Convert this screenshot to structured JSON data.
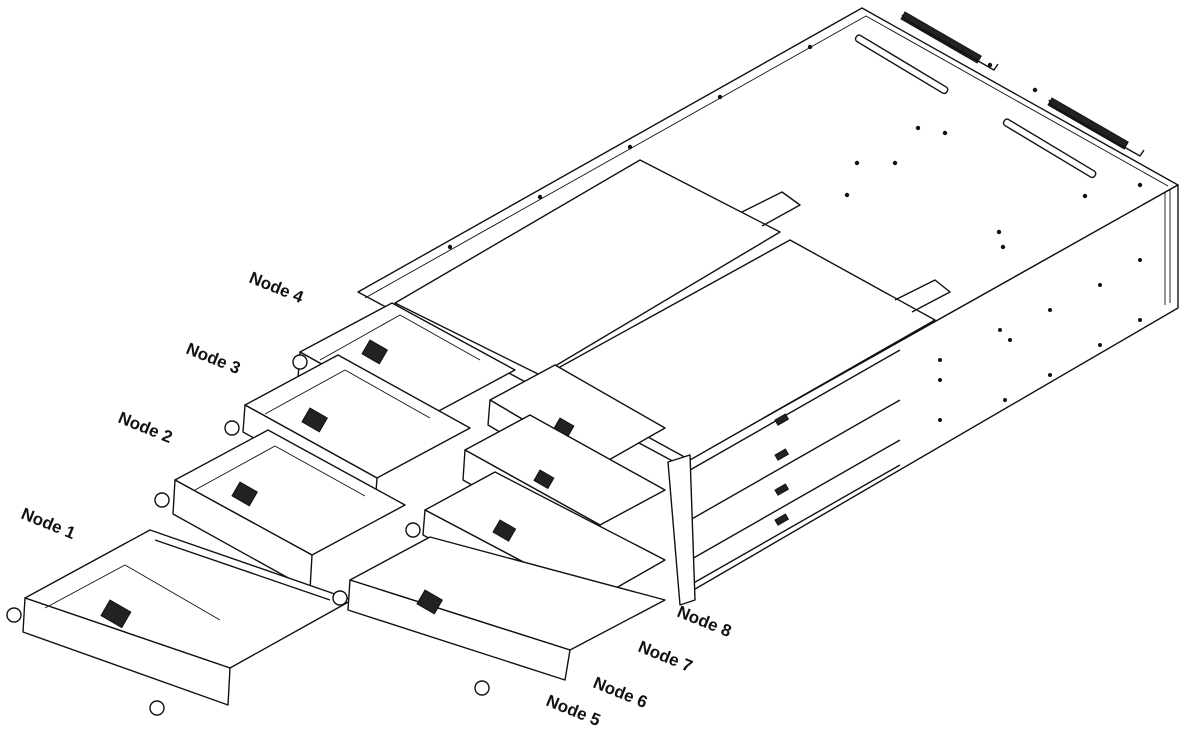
{
  "labels": {
    "node1": "Node 1",
    "node2": "Node 2",
    "node3": "Node 3",
    "node4": "Node 4",
    "node5": "Node 5",
    "node6": "Node 6",
    "node7": "Node 7",
    "node8": "Node 8"
  },
  "colors": {
    "line": "#111111",
    "background": "#ffffff"
  }
}
